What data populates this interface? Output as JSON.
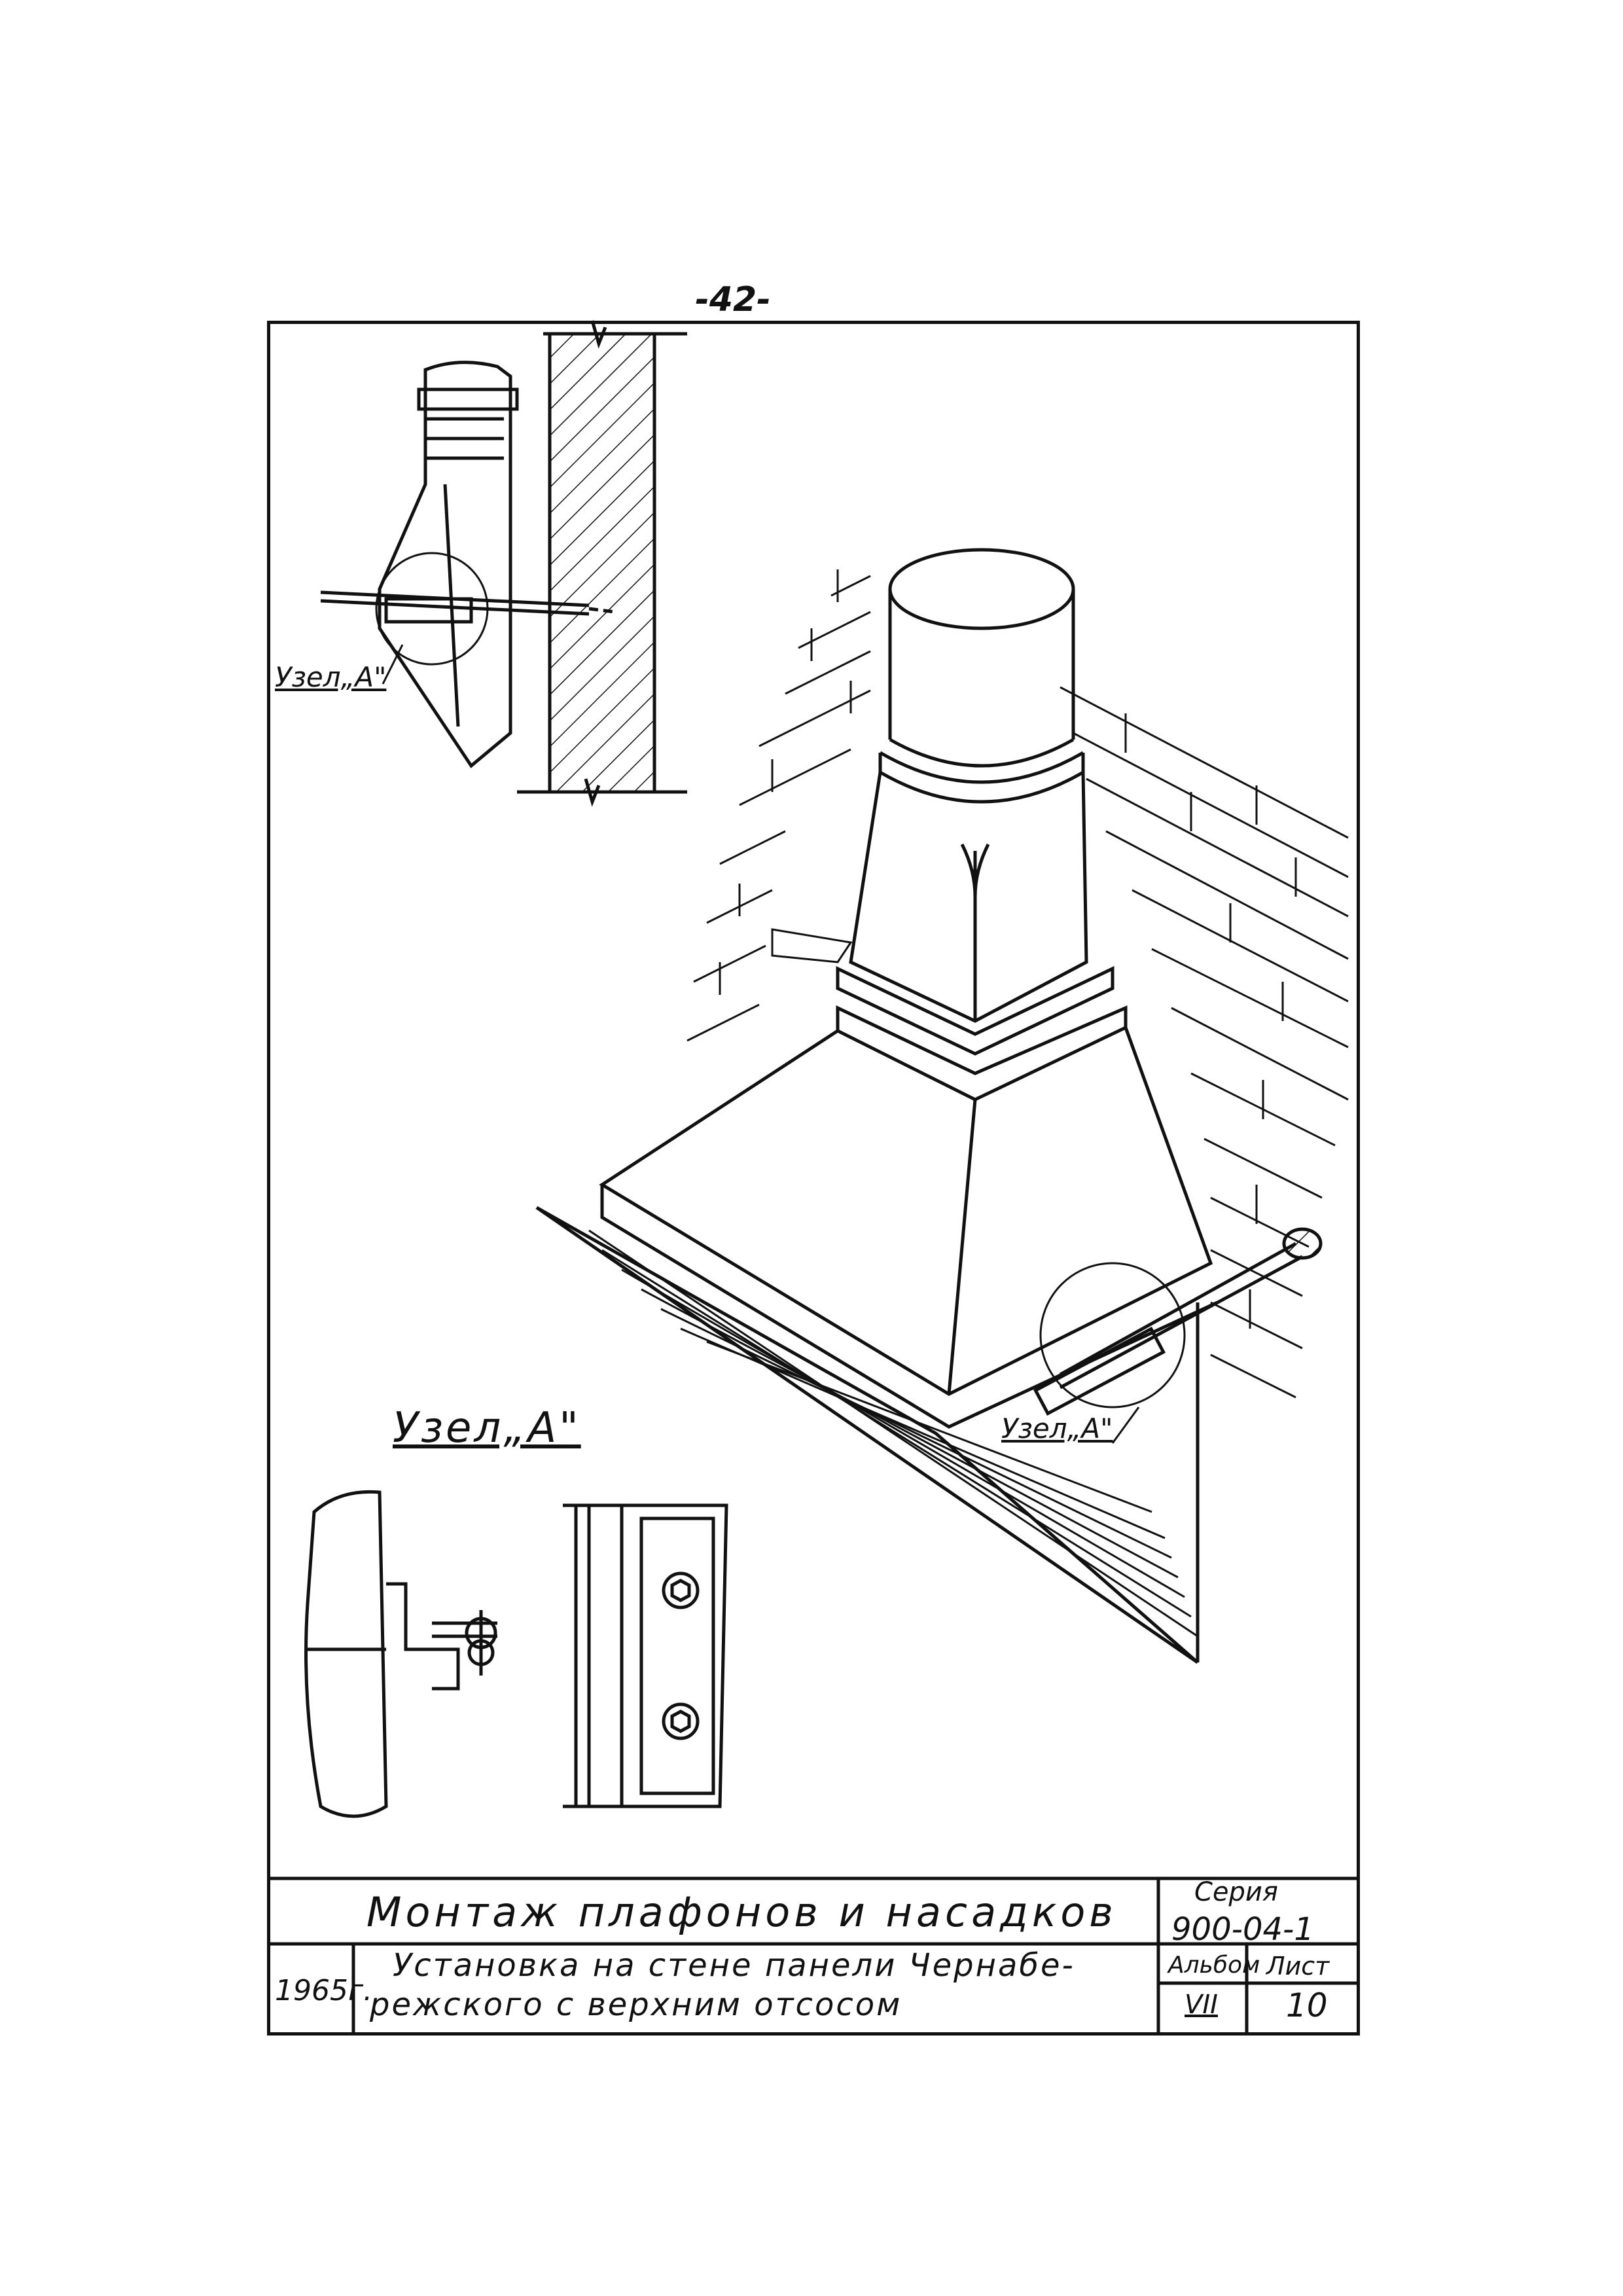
{
  "page_number": "-42-",
  "callouts": {
    "top_view": "Узел„А\"",
    "main_view": "Узел„А\"",
    "detail_heading": "Узел„А\""
  },
  "title_block": {
    "title": "Монтаж  плафонов  и  насадков",
    "series_label": "Серия",
    "series_value": "900-04-1",
    "year": "1965г.",
    "subtitle_line1": "Установка  на стене  панели Чернабе-",
    "subtitle_line2": "режского   с верхним   отсосом",
    "album_label": "Альбом",
    "album_value": "VII",
    "sheet_label": "Лист",
    "sheet_value": "10"
  }
}
